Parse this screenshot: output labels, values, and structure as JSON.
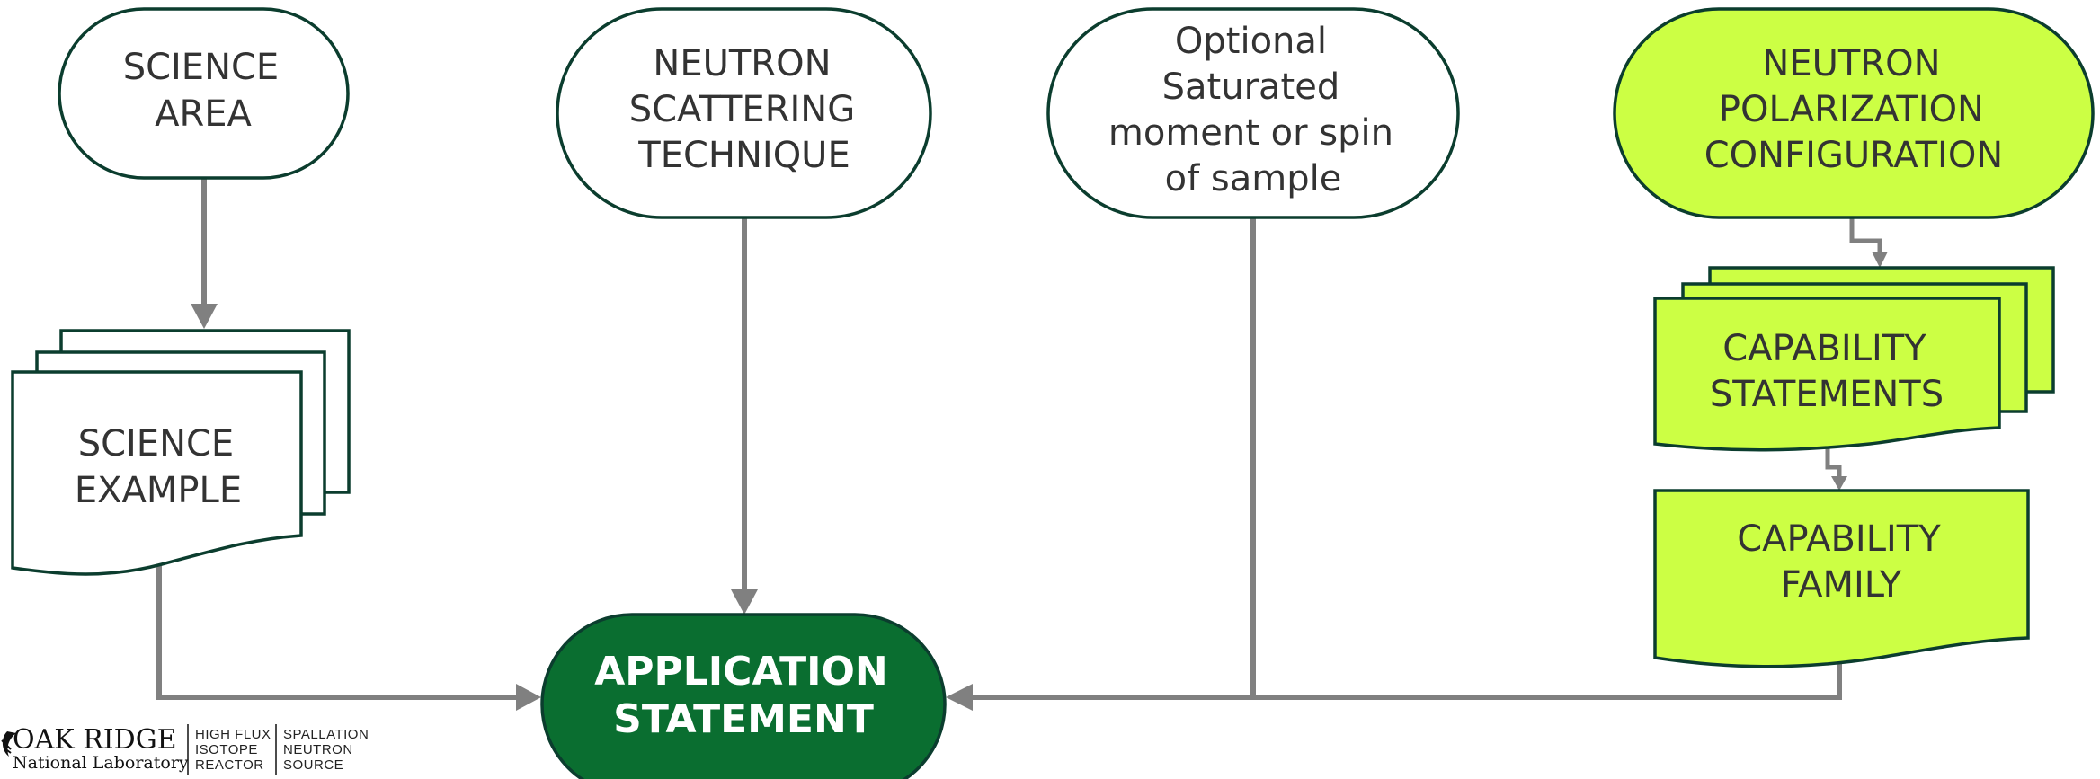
{
  "colors": {
    "outline": "#0b3d2e",
    "node_fill": "#ffffff",
    "highlight_fill": "#ccff44",
    "target_fill": "#0a6e30",
    "connector": "#808080"
  },
  "nodes": {
    "science_area": [
      "SCIENCE",
      "AREA"
    ],
    "technique": [
      "NEUTRON",
      "SCATTERING",
      "TECHNIQUE"
    ],
    "optional": [
      "Optional",
      "Saturated",
      "moment or spin",
      "of sample"
    ],
    "polarization": [
      "NEUTRON",
      "POLARIZATION",
      "CONFIGURATION"
    ],
    "science_example": [
      "SCIENCE",
      "EXAMPLE"
    ],
    "capability_statements": [
      "CAPABILITY",
      "STATEMENTS"
    ],
    "capability_family": [
      "CAPABILITY",
      "FAMILY"
    ],
    "application": [
      "APPLICATION",
      "STATEMENT"
    ]
  },
  "logo": {
    "name_line1": "OAK RIDGE",
    "name_line2": "National Laboratory",
    "hfir": [
      "HIGH FLUX",
      "ISOTOPE",
      "REACTOR"
    ],
    "sns": [
      "SPALLATION",
      "NEUTRON",
      "SOURCE"
    ]
  }
}
